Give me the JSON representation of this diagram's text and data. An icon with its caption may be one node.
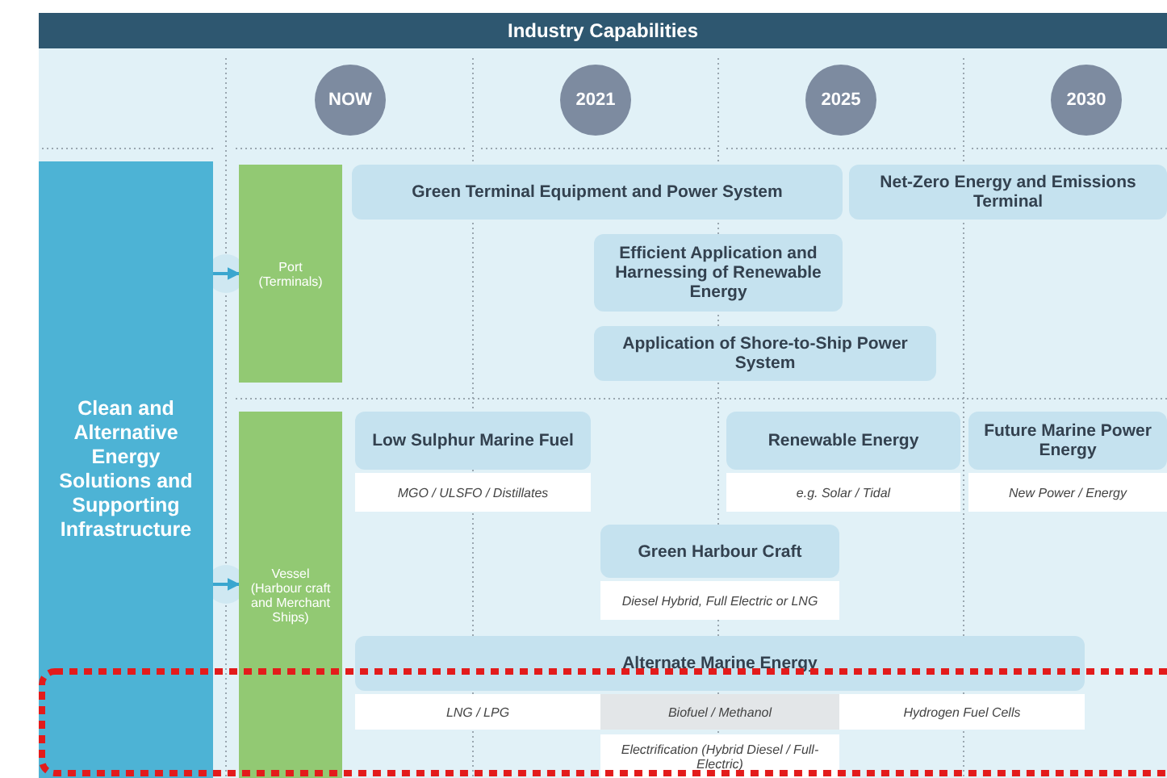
{
  "diagram": {
    "title": "Industry Capabilities",
    "nodes": [
      {
        "text": [
          "NOW"
        ]
      },
      {
        "text": [
          "2021"
        ]
      },
      {
        "text": [
          "2025"
        ]
      },
      {
        "text": [
          "2030"
        ]
      },
      {
        "text": [
          "Clean and Alternative Energy Solutions and Supporting Infrastructure"
        ]
      },
      {
        "text": [
          "Port (Terminals)"
        ]
      },
      {
        "text": [
          "Vessel (Harbour craft and Merchant Ships)"
        ]
      },
      {
        "text": [
          "Green Terminal Equipment and Power System"
        ]
      },
      {
        "text": [
          "Net-Zero Energy and Emissions Terminal"
        ]
      },
      {
        "text": [
          "Efficient Application and Harnessing of Renewable Energy"
        ]
      },
      {
        "text": [
          "Application of Shore-to-Ship Power System"
        ]
      },
      {
        "text": [
          "Low Sulphur Marine Fuel",
          "MGO / ULSFO / Distillates"
        ]
      },
      {
        "text": [
          "Renewable Energy",
          "e.g. Solar / Tidal"
        ]
      },
      {
        "text": [
          "Future Marine Power Energy",
          "New Power / Energy"
        ]
      },
      {
        "text": [
          "Green Harbour Craft",
          "Diesel Hybrid, Full Electric or LNG"
        ]
      },
      {
        "text": [
          "Alternate Marine Energy"
        ]
      },
      {
        "text": [
          "LNG / LPG"
        ]
      },
      {
        "text": [
          "Biofuel / Methanol"
        ]
      },
      {
        "text": [
          "Hydrogen Fuel Cells"
        ]
      },
      {
        "text": [
          "Electrification (Hybrid Diesel / Full-Electric)"
        ]
      }
    ],
    "edges": [
      {
        "from": 4,
        "to": 5,
        "arrow": "to"
      },
      {
        "from": 4,
        "to": 6,
        "arrow": "to"
      }
    ]
  }
}
